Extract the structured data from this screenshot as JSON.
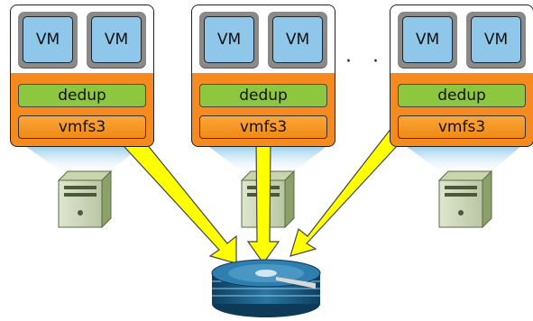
{
  "hosts": [
    {
      "vm_labels": [
        "VM",
        "VM"
      ],
      "dedup_label": "dedup",
      "fs_label": "vmfs3"
    },
    {
      "vm_labels": [
        "VM",
        "VM"
      ],
      "dedup_label": "dedup",
      "fs_label": "vmfs3"
    },
    {
      "vm_labels": [
        "VM",
        "VM"
      ],
      "dedup_label": "dedup",
      "fs_label": "vmfs3"
    }
  ],
  "ellipsis": "· · ·",
  "colors": {
    "vm_fill": "#8fc7ea",
    "dedup_fill": "#8dc63f",
    "fs_fill": "#f7941d",
    "host_stack_fill": "#f58a1f",
    "arrow_fill": "#ffff00",
    "beam_fill": "#9fd3ef",
    "disk_fill": "#1f5f86"
  },
  "icons": [
    "server-icon",
    "storage-disk-stack-icon",
    "arrow-icon"
  ]
}
